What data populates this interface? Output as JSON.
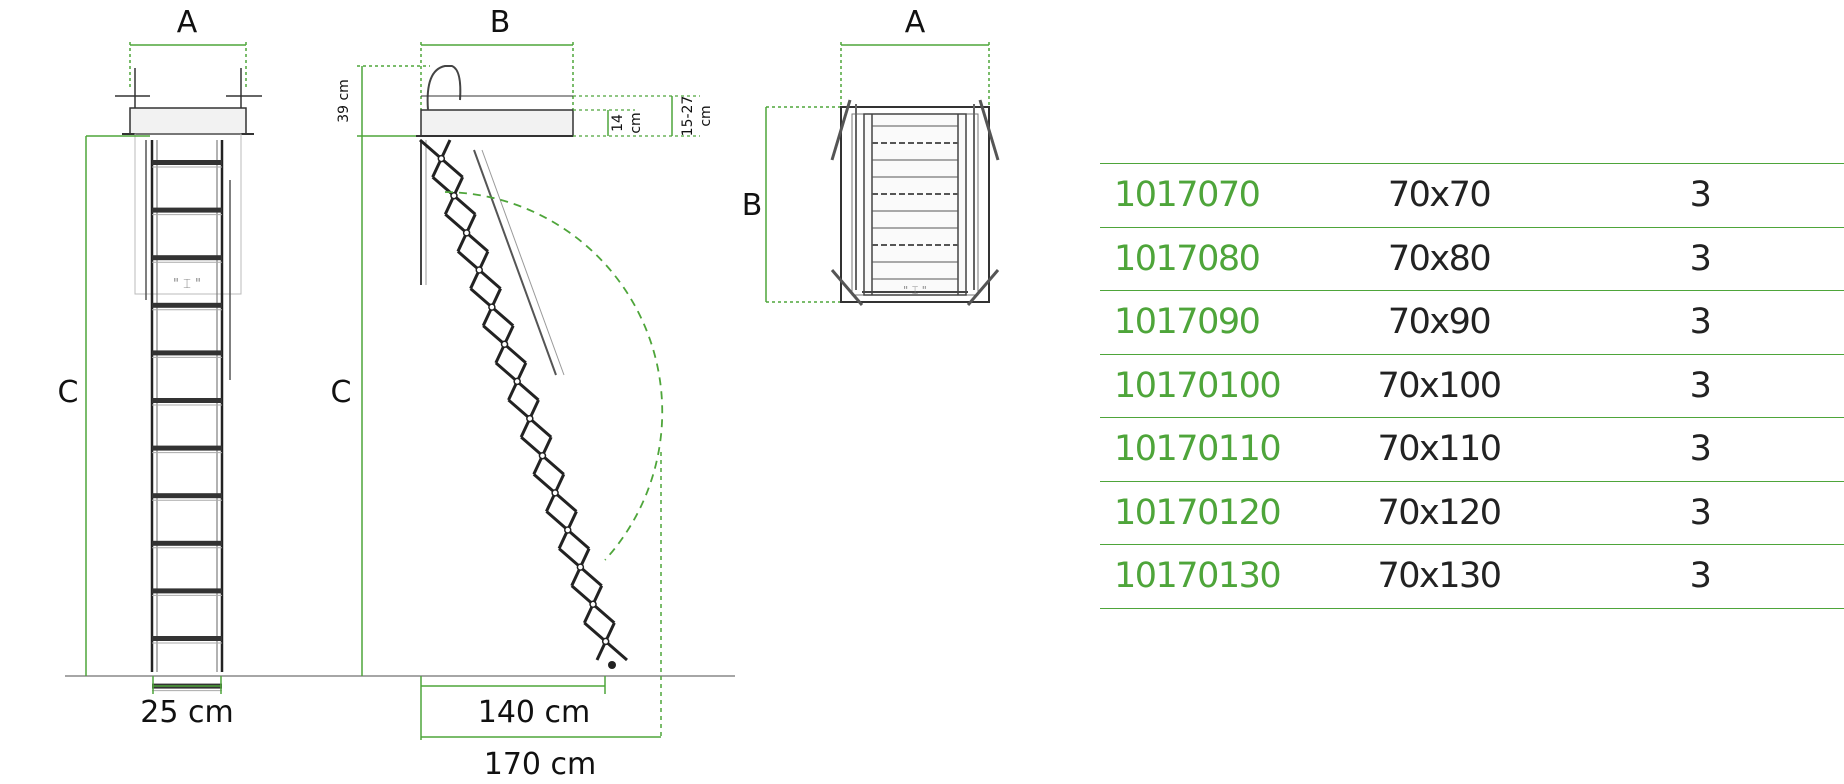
{
  "labels": {
    "front_width": "A",
    "side_width": "B",
    "top_width": "A",
    "top_depth": "B",
    "front_height": "C",
    "side_height": "C",
    "frame_height": "39 cm",
    "hatch_14": "14",
    "hatch_14_unit": "cm",
    "hatch_15_27": "15-27",
    "hatch_15_27_unit": "cm",
    "step_width": "25 cm",
    "footprint_140": "140 cm",
    "footprint_170": "170 cm"
  },
  "colors": {
    "accent": "#4ea53a",
    "line": "#111111"
  },
  "table": {
    "rows": [
      {
        "code": "1017070",
        "size": "70x70",
        "qty": "3"
      },
      {
        "code": "1017080",
        "size": "70x80",
        "qty": "3"
      },
      {
        "code": "1017090",
        "size": "70x90",
        "qty": "3"
      },
      {
        "code": "10170100",
        "size": "70x100",
        "qty": "3"
      },
      {
        "code": "10170110",
        "size": "70x110",
        "qty": "3"
      },
      {
        "code": "10170120",
        "size": "70x120",
        "qty": "3"
      },
      {
        "code": "10170130",
        "size": "70x130",
        "qty": "3"
      }
    ]
  }
}
